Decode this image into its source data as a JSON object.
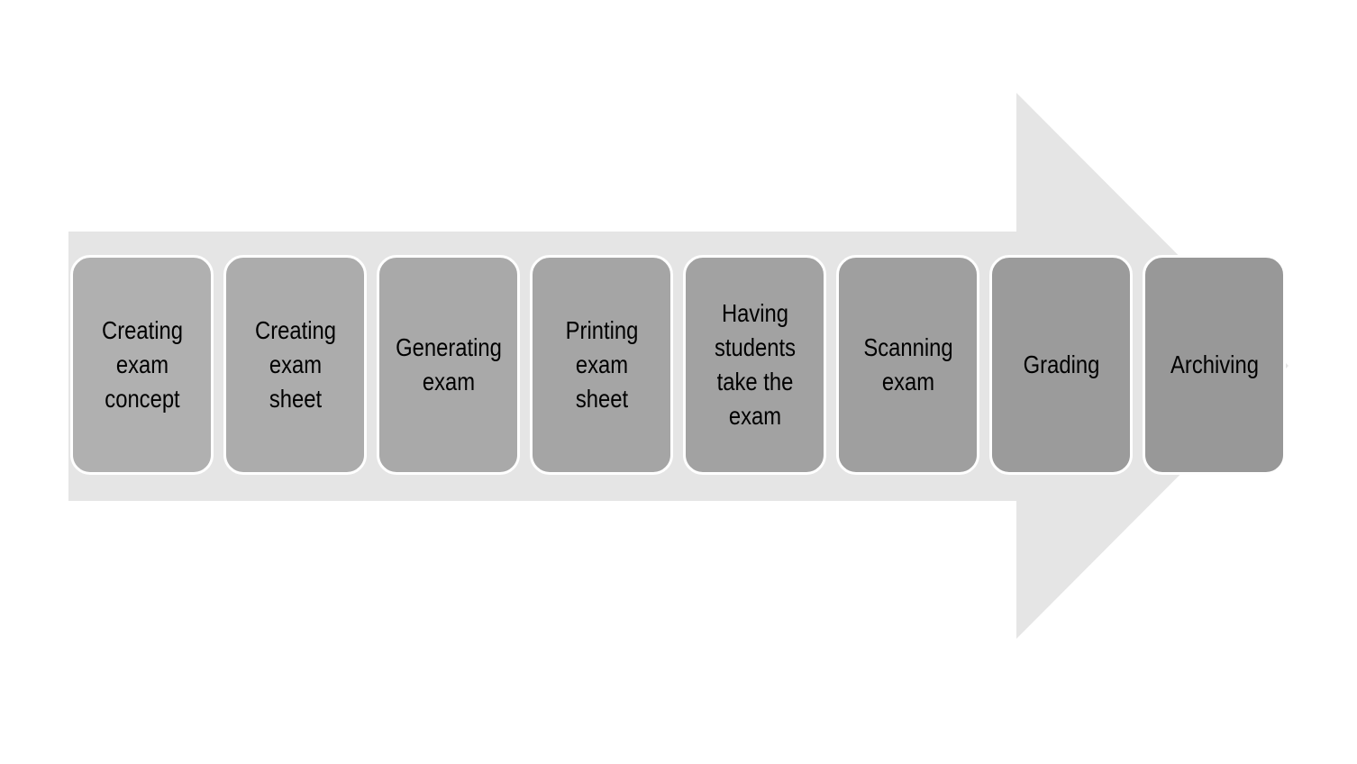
{
  "diagram": {
    "type": "process-arrow",
    "direction": "right",
    "colors": {
      "background": "#ffffff",
      "arrow_fill": "#e5e5e5",
      "box_border": "#ffffff",
      "text": "#000000",
      "box_fill_first": "#b0b0b0",
      "box_fill_last": "#989898"
    },
    "steps": [
      {
        "label": "Creating\nexam\nconcept",
        "fill": "#b0b0b0"
      },
      {
        "label": "Creating\nexam\nsheet",
        "fill": "#acacac"
      },
      {
        "label": "Generating\nexam",
        "fill": "#a9a9a9"
      },
      {
        "label": "Printing\nexam\nsheet",
        "fill": "#a5a5a5"
      },
      {
        "label": "Having\nstudents\ntake the\nexam",
        "fill": "#a2a2a2"
      },
      {
        "label": "Scanning\nexam",
        "fill": "#9f9f9f"
      },
      {
        "label": "Grading",
        "fill": "#9b9b9b"
      },
      {
        "label": "Archiving",
        "fill": "#989898"
      }
    ]
  }
}
